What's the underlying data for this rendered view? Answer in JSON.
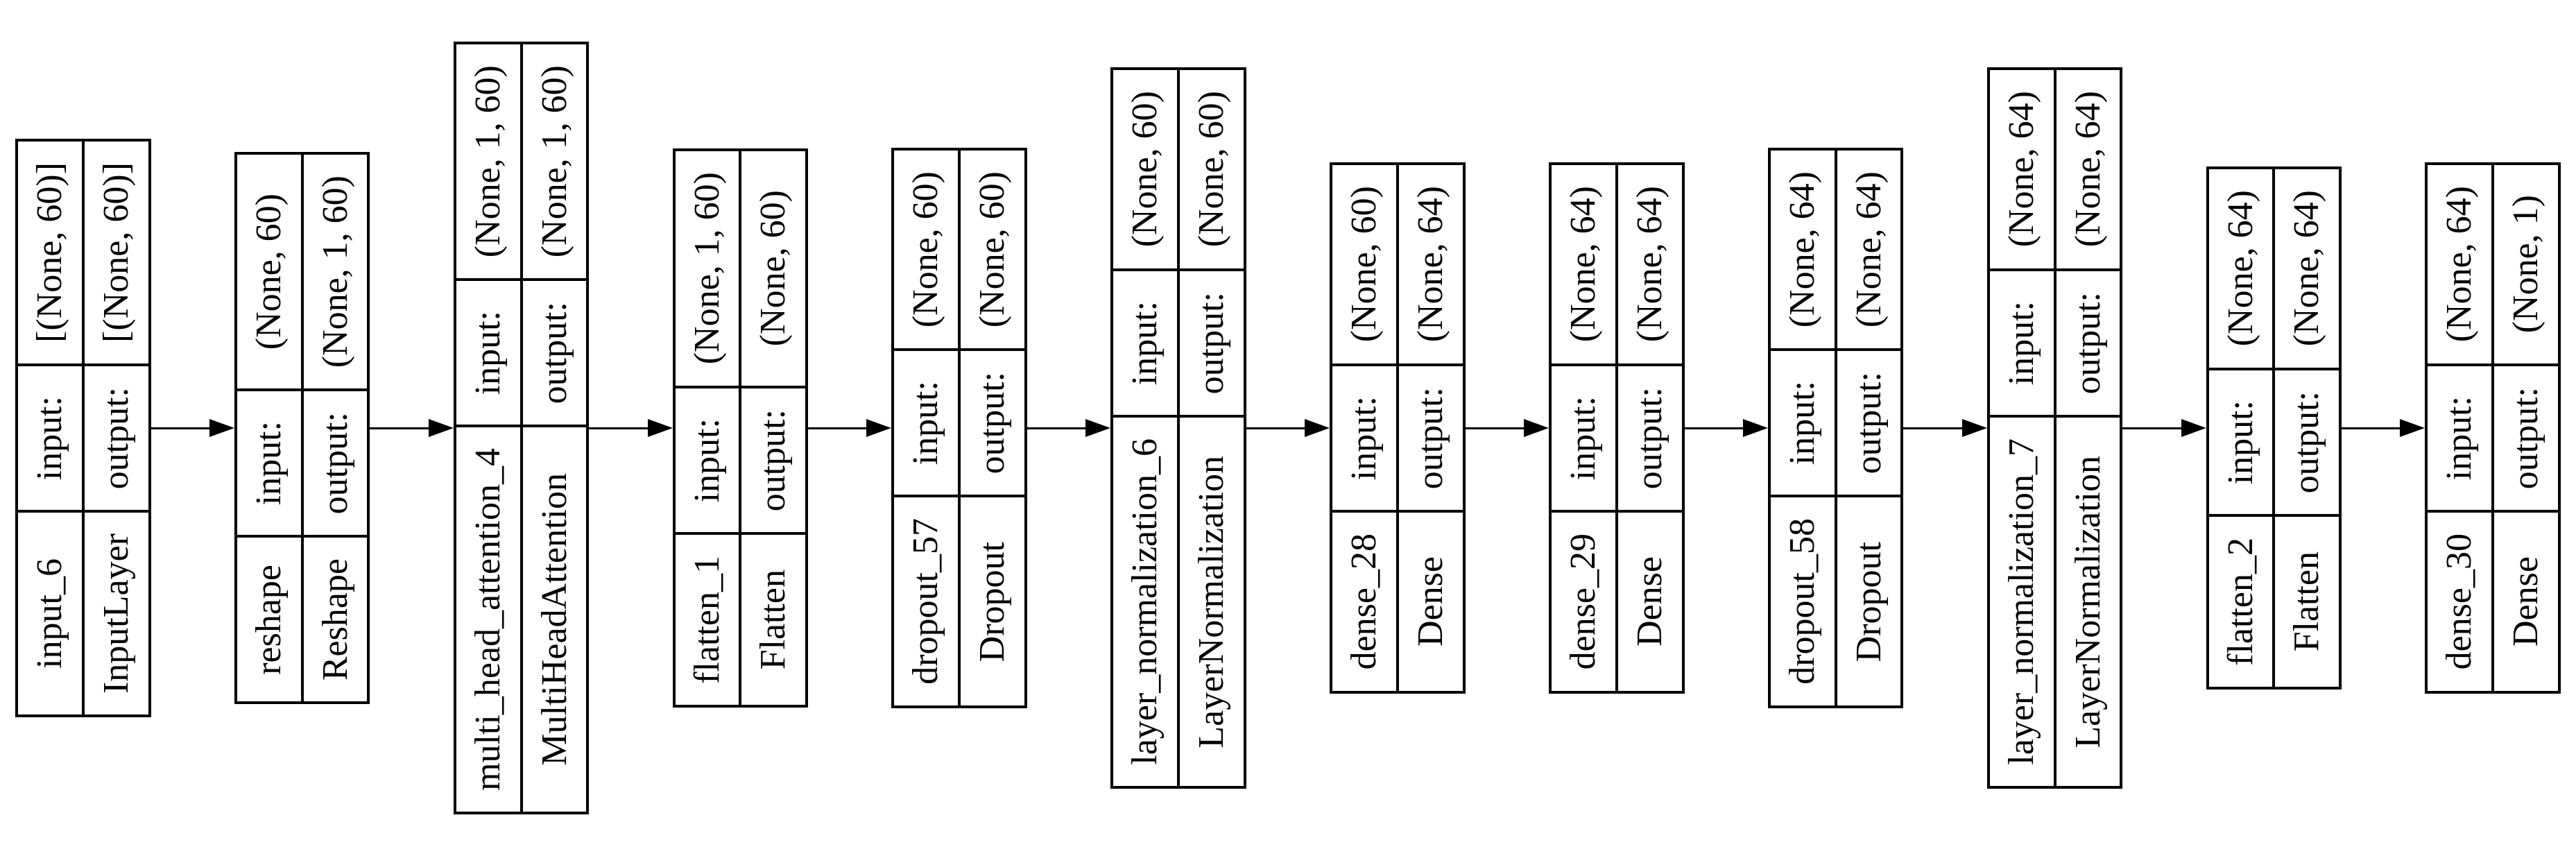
{
  "diagram": {
    "kind": "keras-model-architecture-graph",
    "orientation": "left-to-right",
    "colors": {
      "background": "#ffffff",
      "node_border": "#000000",
      "text": "#000000",
      "edge": "#000000"
    },
    "labels": {
      "input": "input:",
      "output": "output:"
    },
    "nodes": [
      {
        "name": "input_6",
        "type": "InputLayer",
        "input_shape": "[(None, 60)]",
        "output_shape": "[(None, 60)]"
      },
      {
        "name": "reshape",
        "type": "Reshape",
        "input_shape": "(None, 60)",
        "output_shape": "(None, 1, 60)"
      },
      {
        "name": "multi_head_attention_4",
        "type": "MultiHeadAttention",
        "input_shape": "(None, 1, 60)",
        "output_shape": "(None, 1, 60)"
      },
      {
        "name": "flatten_1",
        "type": "Flatten",
        "input_shape": "(None, 1, 60)",
        "output_shape": "(None, 60)"
      },
      {
        "name": "dropout_57",
        "type": "Dropout",
        "input_shape": "(None, 60)",
        "output_shape": "(None, 60)"
      },
      {
        "name": "layer_normalization_6",
        "type": "LayerNormalization",
        "input_shape": "(None, 60)",
        "output_shape": "(None, 60)"
      },
      {
        "name": "dense_28",
        "type": "Dense",
        "input_shape": "(None, 60)",
        "output_shape": "(None, 64)"
      },
      {
        "name": "dense_29",
        "type": "Dense",
        "input_shape": "(None, 64)",
        "output_shape": "(None, 64)"
      },
      {
        "name": "dropout_58",
        "type": "Dropout",
        "input_shape": "(None, 64)",
        "output_shape": "(None, 64)"
      },
      {
        "name": "layer_normalization_7",
        "type": "LayerNormalization",
        "input_shape": "(None, 64)",
        "output_shape": "(None, 64)"
      },
      {
        "name": "flatten_2",
        "type": "Flatten",
        "input_shape": "(None, 64)",
        "output_shape": "(None, 64)"
      },
      {
        "name": "dense_30",
        "type": "Dense",
        "input_shape": "(None, 64)",
        "output_shape": "(None, 1)"
      }
    ]
  }
}
